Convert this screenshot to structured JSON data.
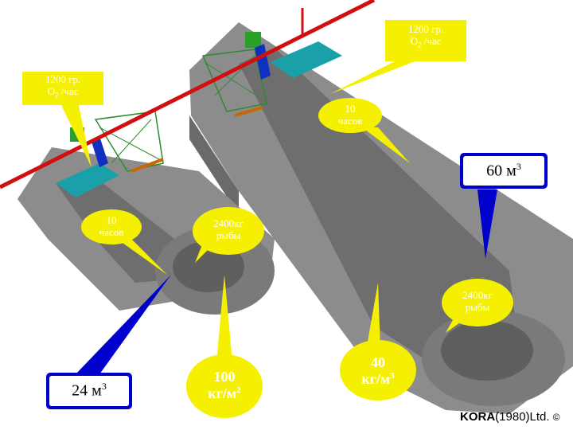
{
  "diagram": {
    "callouts": {
      "oxygen_right": {
        "line1": "1200 гр.",
        "line2": "O",
        "sub": "2",
        "line3": " /час"
      },
      "oxygen_left": {
        "line1": "1200 гр.",
        "line2": "O",
        "sub": "2",
        "line3": " /час"
      },
      "time_right": {
        "line1": "10",
        "line2": "часов"
      },
      "time_left": {
        "line1": "10",
        "line2": "часов"
      },
      "fish_left": {
        "line1": "2400кг",
        "line2": "рыбы"
      },
      "fish_right": {
        "line1": "2400кг",
        "line2": "рыбы"
      },
      "volume_right": {
        "value": "60 м",
        "sup": "3"
      },
      "volume_left": {
        "value": "24 м",
        "sup": "3"
      },
      "density_left": {
        "line1": "100",
        "line2": "кг/м",
        "sup": "2"
      },
      "density_right": {
        "line1": "40",
        "line2": "кг/м",
        "sup": "3"
      }
    },
    "credit": {
      "brand": "KORA",
      "rest": "(1980)Ltd.",
      "mark": "©"
    }
  },
  "colors": {
    "concrete": "#8c8c8c",
    "concrete_dark": "#6e6e6e",
    "pipe": "#d01010",
    "water": "#1aa0a8",
    "net": "#2e8b2e",
    "callout_yellow": "#f5f000",
    "callout_blue": "#0000cc"
  }
}
